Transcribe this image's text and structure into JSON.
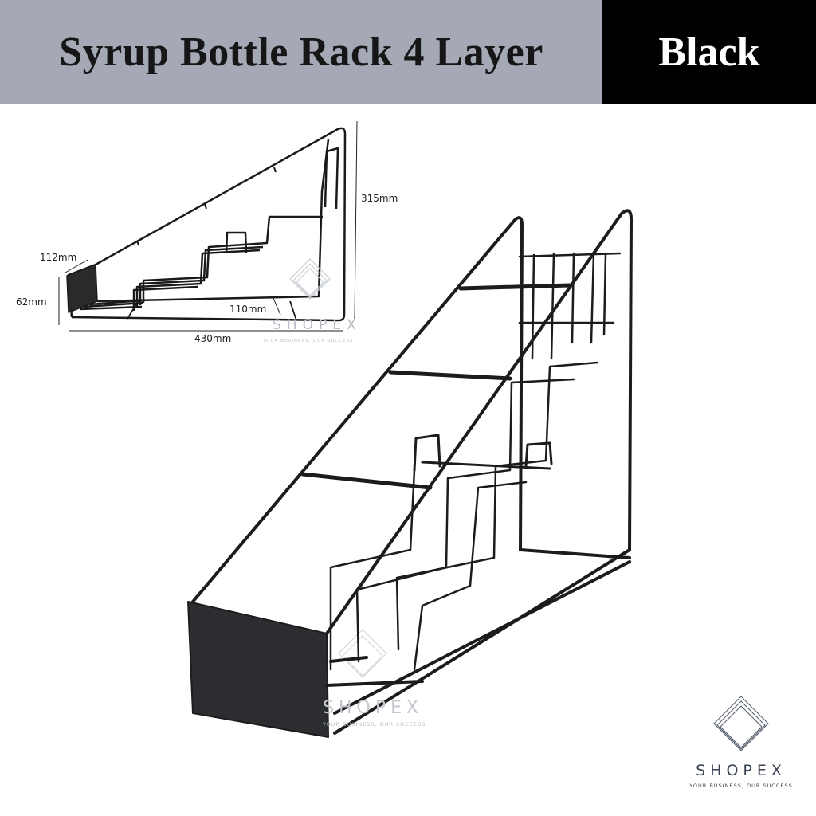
{
  "header": {
    "title": "Syrup Bottle Rack 4 Layer",
    "color_variant": "Black",
    "title_bg": "#a4a9b5",
    "variant_bg": "#000000"
  },
  "dimensions": {
    "depth": "112mm",
    "front_height": "62mm",
    "total_height": "315mm",
    "step_depth": "110mm",
    "length": "430mm"
  },
  "watermark": {
    "brand": "SHOPEX",
    "tagline": "YOUR BUSINESS, OUR SUCCESS"
  },
  "logo": {
    "brand": "SHOPEX",
    "tagline": "YOUR BUSINESS, OUR SUCCESS",
    "color": "#3a4252"
  }
}
